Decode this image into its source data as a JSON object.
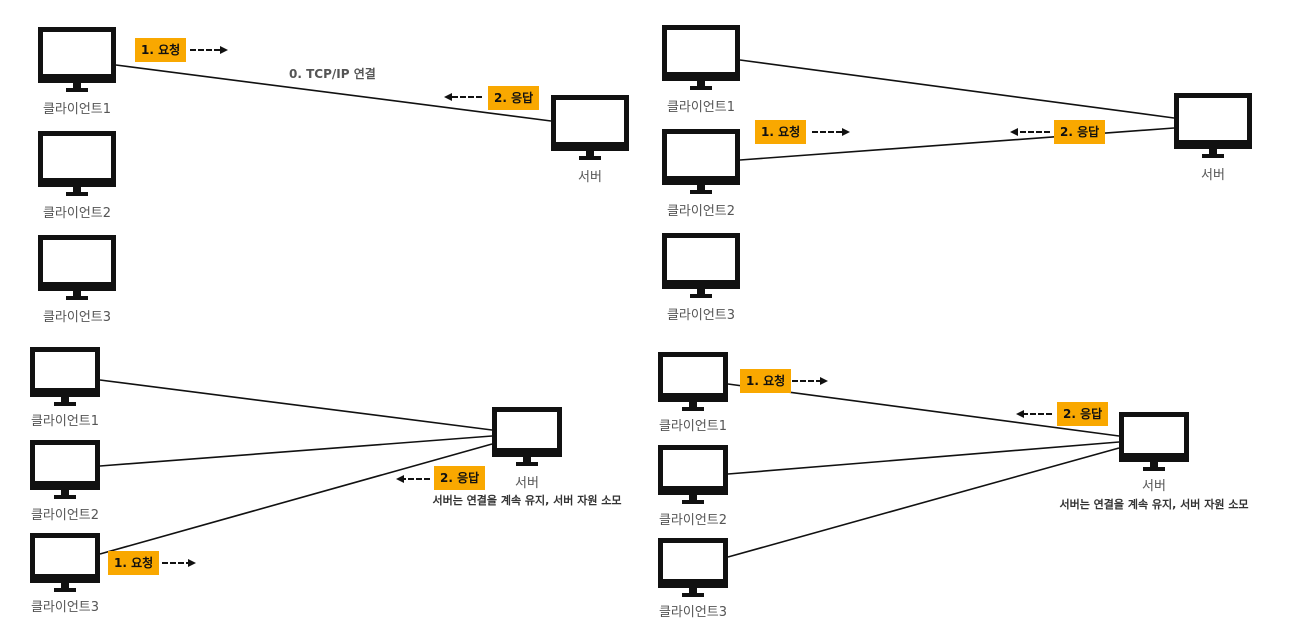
{
  "colors": {
    "accent": "#f9a800",
    "line": "#111111",
    "label": "#555555"
  },
  "icons": {
    "computer": "monitor-icon",
    "arrow": "arrow-icon"
  },
  "panels": [
    {
      "connection_label": "0. TCP/IP 연결",
      "clients": [
        "클라이언트1",
        "클라이언트2",
        "클라이언트3"
      ],
      "server": "서버",
      "request": "1. 요청",
      "response": "2. 응답"
    },
    {
      "clients": [
        "클라이언트1",
        "클라이언트2",
        "클라이언트3"
      ],
      "server": "서버",
      "request": "1. 요청",
      "response": "2. 응답"
    },
    {
      "clients": [
        "클라이언트1",
        "클라이언트2",
        "클라이언트3"
      ],
      "server": "서버",
      "server_note": "서버는 연결을 계속 유지, 서버 자원 소모",
      "request": "1. 요청",
      "response": "2. 응답"
    },
    {
      "clients": [
        "클라이언트1",
        "클라이언트2",
        "클라이언트3"
      ],
      "server": "서버",
      "server_note": "서버는 연결을 계속 유지, 서버 자원 소모",
      "request": "1. 요청",
      "response": "2. 응답"
    }
  ]
}
